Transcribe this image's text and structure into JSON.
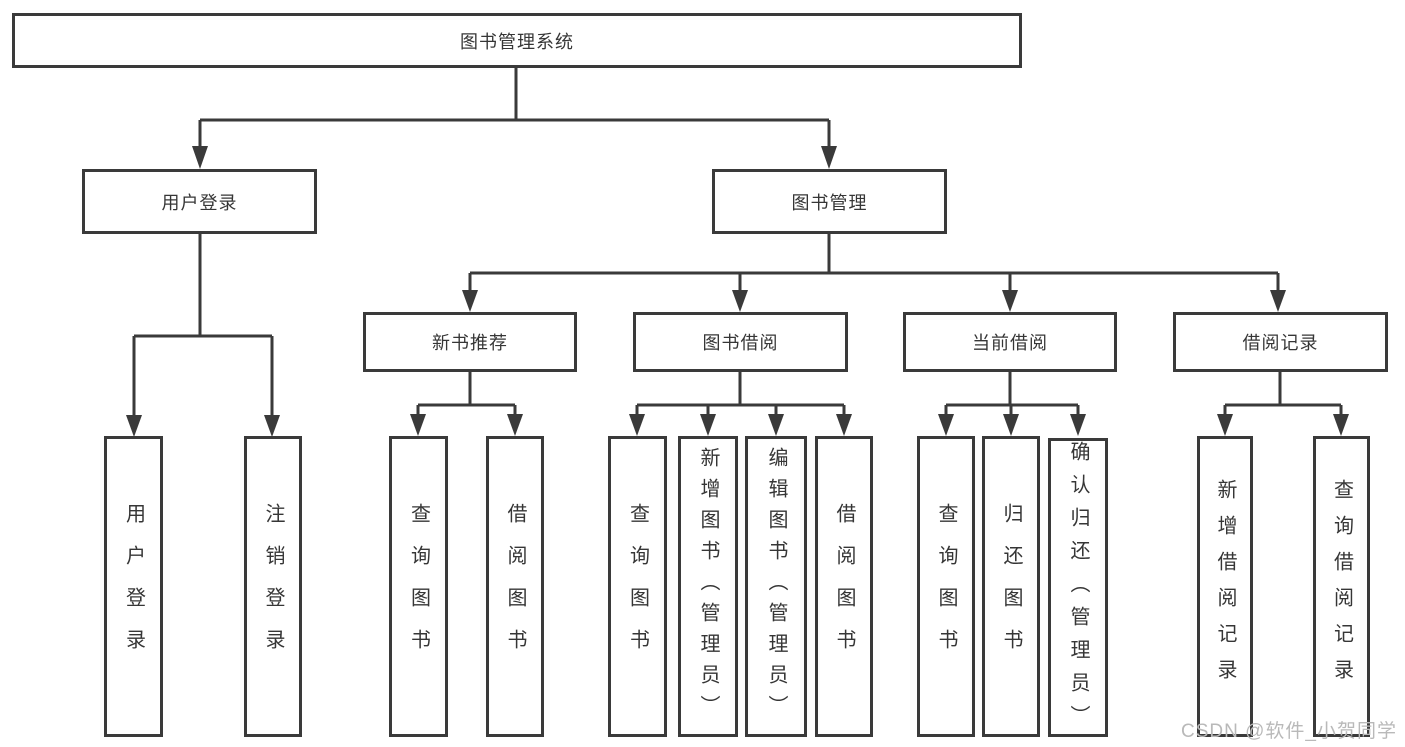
{
  "diagram": {
    "type": "hierarchy-tree",
    "tree": {
      "root": "图书管理系统",
      "user_login": {
        "label": "用户登录",
        "children": [
          "用户登录",
          "注销登录"
        ]
      },
      "book_management": {
        "label": "图书管理",
        "groups": [
          {
            "label": "新书推荐",
            "children": [
              "查询图书",
              "借阅图书"
            ]
          },
          {
            "label": "图书借阅",
            "children": [
              "查询图书",
              "新增图书（管理员）",
              "编辑图书（管理员）",
              "借阅图书"
            ]
          },
          {
            "label": "当前借阅",
            "children": [
              "查询图书",
              "归还图书",
              "确认归还（管理员）"
            ]
          },
          {
            "label": "借阅记录",
            "children": [
              "新增借阅记录",
              "查询借阅记录"
            ]
          }
        ]
      }
    },
    "colors": {
      "line": "#3a3a3a",
      "box_border": "#3a3a3a",
      "box_fill": "#ffffff",
      "text": "#363636",
      "watermark_text": "#b9b9b9",
      "background": "#ffffff"
    }
  },
  "watermark": {
    "text": "CSDN @软件_小贺同学"
  }
}
